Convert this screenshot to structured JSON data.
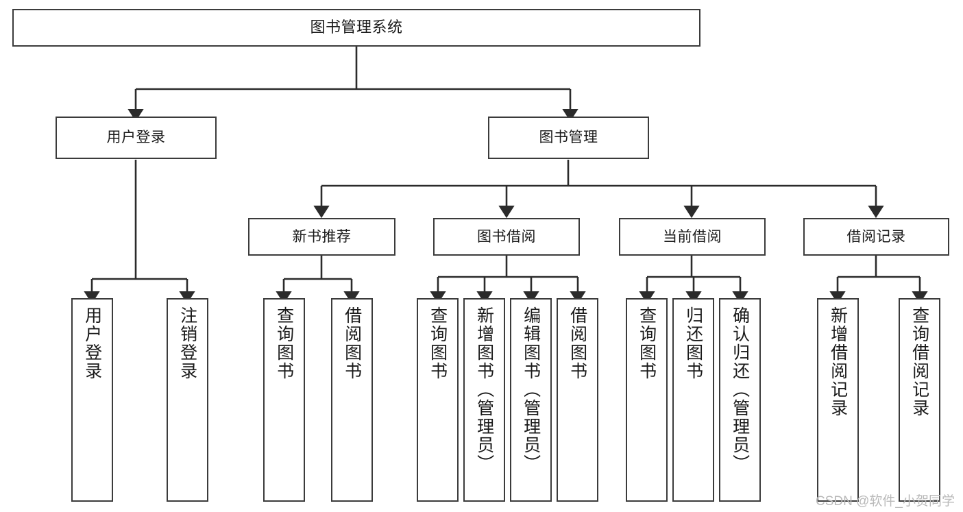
{
  "diagram": {
    "title": "图书管理系统",
    "type": "tree-hierarchy-chart",
    "watermark": "CSDN @软件_小贺同学",
    "levels": {
      "root": {
        "label": "图书管理系统"
      },
      "tier2": [
        {
          "label": "用户登录"
        },
        {
          "label": "图书管理"
        }
      ],
      "tier3": [
        {
          "label": "新书推荐"
        },
        {
          "label": "图书借阅"
        },
        {
          "label": "当前借阅"
        },
        {
          "label": "借阅记录"
        }
      ],
      "leaves": {
        "user_login": [
          {
            "label": "用户登录"
          },
          {
            "label": "注销登录"
          }
        ],
        "new_book_recommend": [
          {
            "label": "查询图书"
          },
          {
            "label": "借阅图书"
          }
        ],
        "book_borrow": [
          {
            "label": "查询图书"
          },
          {
            "label": "新增图书（管理员）"
          },
          {
            "label": "编辑图书（管理员）"
          },
          {
            "label": "借阅图书"
          }
        ],
        "current_borrow": [
          {
            "label": "查询图书"
          },
          {
            "label": "归还图书"
          },
          {
            "label": "确认归还（管理员）"
          }
        ],
        "borrow_record": [
          {
            "label": "新增借阅记录"
          },
          {
            "label": "查询借阅记录"
          }
        ]
      }
    },
    "colors": {
      "box_border": "#3b3b3b",
      "box_fill": "#ffffff",
      "connector": "#2b2b2b",
      "text": "#1a1a1a",
      "watermark": "#b9b9b9"
    }
  }
}
